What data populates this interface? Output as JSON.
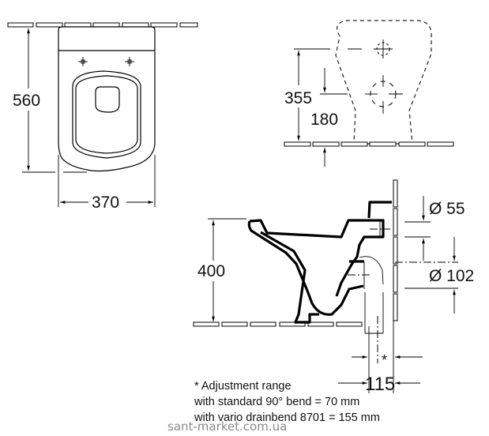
{
  "drawing": {
    "top_view": {
      "length_label": "560",
      "width_label": "370"
    },
    "front_view": {
      "inlet_height_label": "355",
      "outlet_height_label": "180"
    },
    "side_view": {
      "rim_height_label": "400",
      "inlet_diameter_label": "Ø 55",
      "outlet_diameter_label": "Ø 102",
      "wall_distance_label": "115",
      "adjustment_marker": "*"
    },
    "notes": [
      "* Adjustment range",
      "with standard 90° bend = 70 mm",
      "with vario drainbend 8701 = 155 mm"
    ],
    "watermark": "sant-market.com.ua",
    "colors": {
      "line": "#000000",
      "watermark": "#8a8a8a",
      "background": "#ffffff"
    }
  }
}
